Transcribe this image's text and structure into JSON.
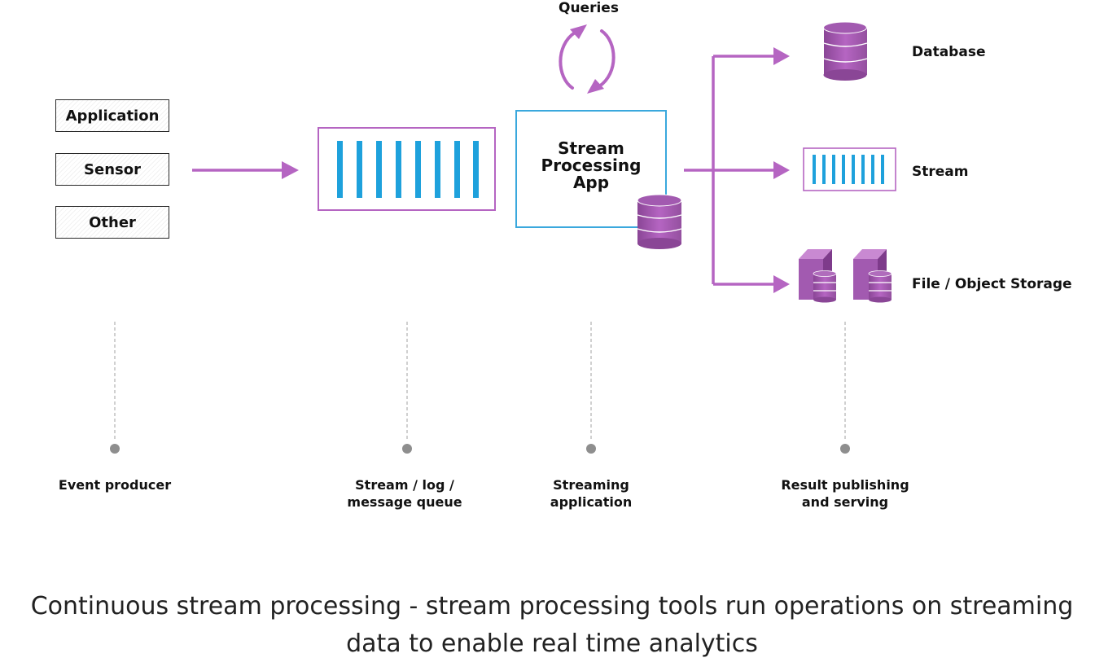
{
  "producers": [
    {
      "label": "Application"
    },
    {
      "label": "Sensor"
    },
    {
      "label": "Other"
    }
  ],
  "queries_label": "Queries",
  "processing_app": {
    "title": "Stream\nProcessing\nApp"
  },
  "outputs": [
    {
      "label": "Database",
      "icon": "database-icon"
    },
    {
      "label": "Stream",
      "icon": "stream-icon"
    },
    {
      "label": "File / Object Storage",
      "icon": "file-storage-icon"
    }
  ],
  "stages": [
    {
      "label": "Event producer"
    },
    {
      "label": "Stream / log /\nmessage queue"
    },
    {
      "label": "Streaming\napplication"
    },
    {
      "label": "Result publishing\nand serving"
    }
  ],
  "caption": "Continuous stream processing - stream processing tools run operations on streaming data to enable real time analytics",
  "colors": {
    "accent": "#b565c2",
    "stream_bar": "#1ea1dc",
    "app_border": "#3aa8dd",
    "connector": "#b0b0b0",
    "dot": "#8e8e8e"
  }
}
